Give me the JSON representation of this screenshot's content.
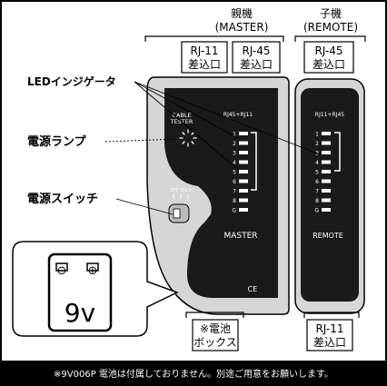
{
  "labels": {
    "master_jp": "親機",
    "master_en": "(MASTER)",
    "remote_jp": "子機",
    "remote_en": "(REMOTE)",
    "rj11_a": "RJ-11",
    "rj11_b": "差込口",
    "rj45_a": "RJ-45",
    "rj45_b": "差込口",
    "rj45_remote_a": "RJ-45",
    "rj45_remote_b": "差込口",
    "led": "LEDインジゲータ",
    "power_lamp": "電源ランプ",
    "power_switch": "電源スイッチ",
    "battery_box_a": "※電池",
    "battery_box_b": "ボックス",
    "rj11_bottom_a": "RJ-11",
    "rj11_bottom_b": "差込口",
    "battery_label": "9v",
    "battery_neg": "⊖",
    "battery_pos": "⊕"
  },
  "device": {
    "cable_tester_1": "CABLE",
    "cable_tester_2": "TESTER",
    "master_port_label": "RJ45+RJ11",
    "remote_port_label": "RJ11+RJ45",
    "off_on": "OFF ON S",
    "master_name": "MASTER",
    "remote_name": "REMOTE",
    "ce": "CE",
    "led_numbers": [
      "1",
      "2",
      "3",
      "4",
      "5",
      "6",
      "7",
      "8",
      "G"
    ]
  },
  "footer": {
    "note": "※9V006P 電池は付属しておりません。別途ご用意をお願いします。"
  },
  "colors": {
    "device_body": "#d9d9d9",
    "device_face": "#1a1a1a",
    "footer_bg": "#000000",
    "footer_text": "#ffffff"
  }
}
